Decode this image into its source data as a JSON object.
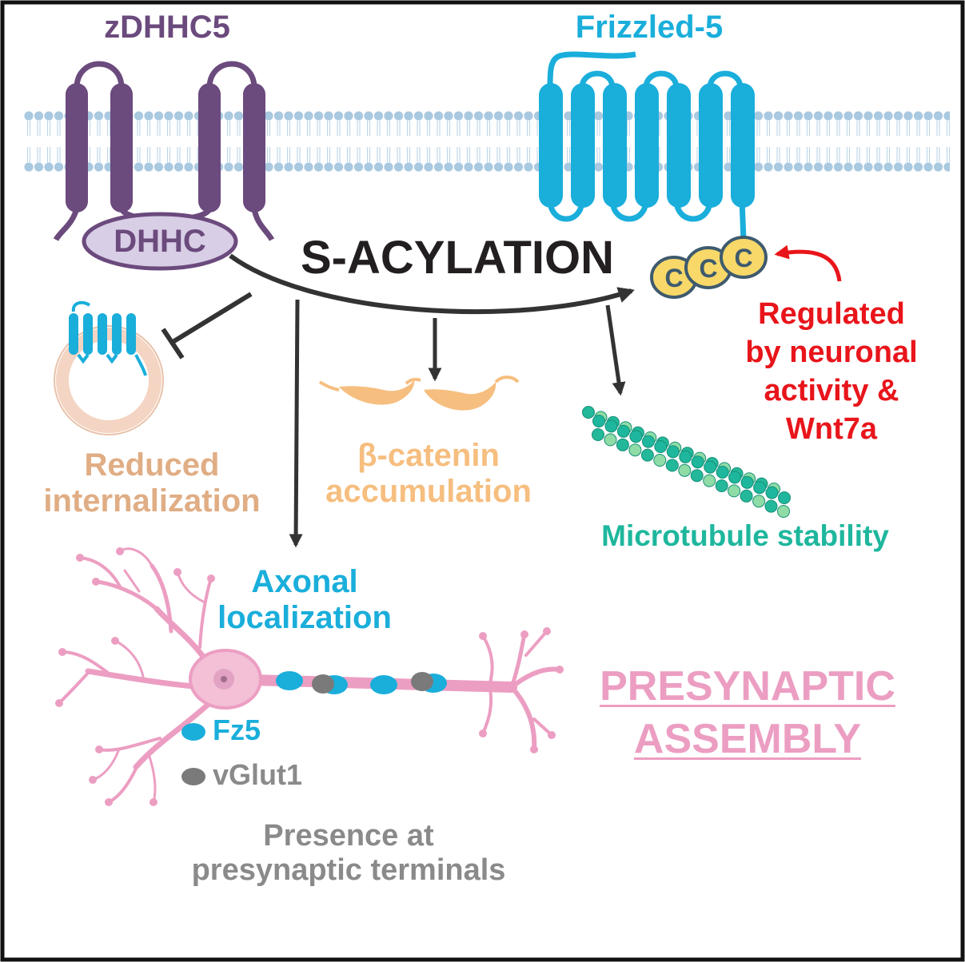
{
  "proteins": {
    "zdhhc5": "zDHHC5",
    "frizzled5": "Frizzled-5",
    "dhhc_domain": "DHHC",
    "cysteine": "C"
  },
  "process": {
    "s_acylation": "S-ACYLATION"
  },
  "regulation": {
    "line1": "Regulated",
    "line2": "by neuronal",
    "line3": "activity &",
    "line4": "Wnt7a"
  },
  "effects": {
    "reduced_line1": "Reduced",
    "reduced_line2": "internalization",
    "beta_line1": "β-catenin",
    "beta_line2": "accumulation",
    "microtubule": "Microtubule stability",
    "axonal_line1": "Axonal",
    "axonal_line2": "localization"
  },
  "outcome": {
    "line1": "PRESYNAPTIC",
    "line2": "ASSEMBLY"
  },
  "legend": {
    "fz5": "Fz5",
    "vglut1": "vGlut1"
  },
  "presence": {
    "line1": "Presence at",
    "line2": "presynaptic terminals"
  },
  "colors": {
    "zdhhc": "#6b4a7d",
    "frizzled": "#1aaedb",
    "regulation": "#e8151b",
    "internalization": "#e0ad84",
    "catenin": "#f6be7f",
    "microtubule": "#1eb79d",
    "neuron": "#ec9ec2",
    "vglut": "#8a8a8a",
    "membrane": "#a9c9e0"
  }
}
